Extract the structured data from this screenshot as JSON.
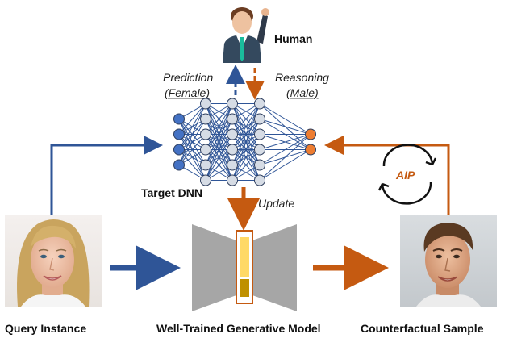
{
  "labels": {
    "human": "Human",
    "prediction": "Prediction",
    "prediction_value": "(Female)",
    "reasoning": "Reasoning",
    "reasoning_value": "(Male)",
    "target_dnn": "Target DNN",
    "update": "Update",
    "aip": "AIP",
    "query_instance": "Query Instance",
    "generative_model": "Well-Trained Generative Model",
    "counterfactual_sample": "Counterfactual Sample"
  },
  "colors": {
    "blue": "#2f5597",
    "orange": "#c55a11",
    "node_blue": "#4472c4",
    "node_gray": "#d6dce5",
    "node_orange": "#ed7d31",
    "generator_gray": "#a6a6a6",
    "latent_yellow": "#ffd966",
    "latent_brown": "#bf9000"
  },
  "network": {
    "layers": [
      4,
      6,
      6,
      2
    ]
  },
  "icons": {
    "human": "person-raising-hand-icon",
    "query_face": "female-face-photo",
    "counterfactual_face": "male-face-photo",
    "cycle": "cycle-arrows-icon"
  }
}
